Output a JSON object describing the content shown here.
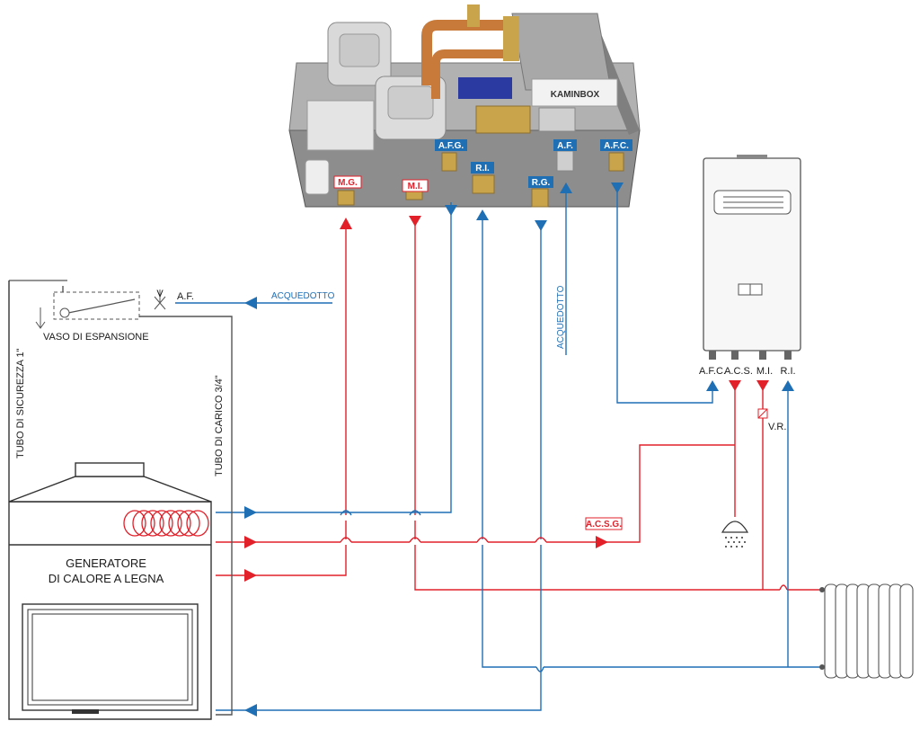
{
  "module": {
    "brand": "KAMINBOX",
    "ports": [
      {
        "id": "mg",
        "label": "M.G.",
        "color": "red"
      },
      {
        "id": "mi",
        "label": "M.I.",
        "color": "red"
      },
      {
        "id": "afg",
        "label": "A.F.G.",
        "color": "blue"
      },
      {
        "id": "ri",
        "label": "R.I.",
        "color": "blue"
      },
      {
        "id": "rg",
        "label": "R.G.",
        "color": "blue"
      },
      {
        "id": "af",
        "label": "A.F.",
        "color": "blue"
      },
      {
        "id": "afc",
        "label": "A.F.C.",
        "color": "blue"
      }
    ]
  },
  "boiler": {
    "ports": [
      "A.F.C.",
      "A.C.S.",
      "M.I.",
      "R.I."
    ]
  },
  "labels": {
    "acquedotto_h": "ACQUEDOTTO",
    "acquedotto_v": "ACQUEDOTTO",
    "af": "A.F.",
    "valve_v": "V",
    "vaso": "VASO DI ESPANSIONE",
    "tubo_sicurezza": "TUBO DI SICUREZZA 1\"",
    "tubo_carico": "TUBO DI CARICO 3/4\"",
    "generatore_1": "GENERATORE",
    "generatore_2": "DI CALORE A LEGNA",
    "acsg": "A.C.S.G.",
    "vr": "V.R."
  },
  "colors": {
    "hot": "#e2202a",
    "cold": "#1f6fb5",
    "line": "#333333",
    "metal": "#b9b9b9"
  }
}
